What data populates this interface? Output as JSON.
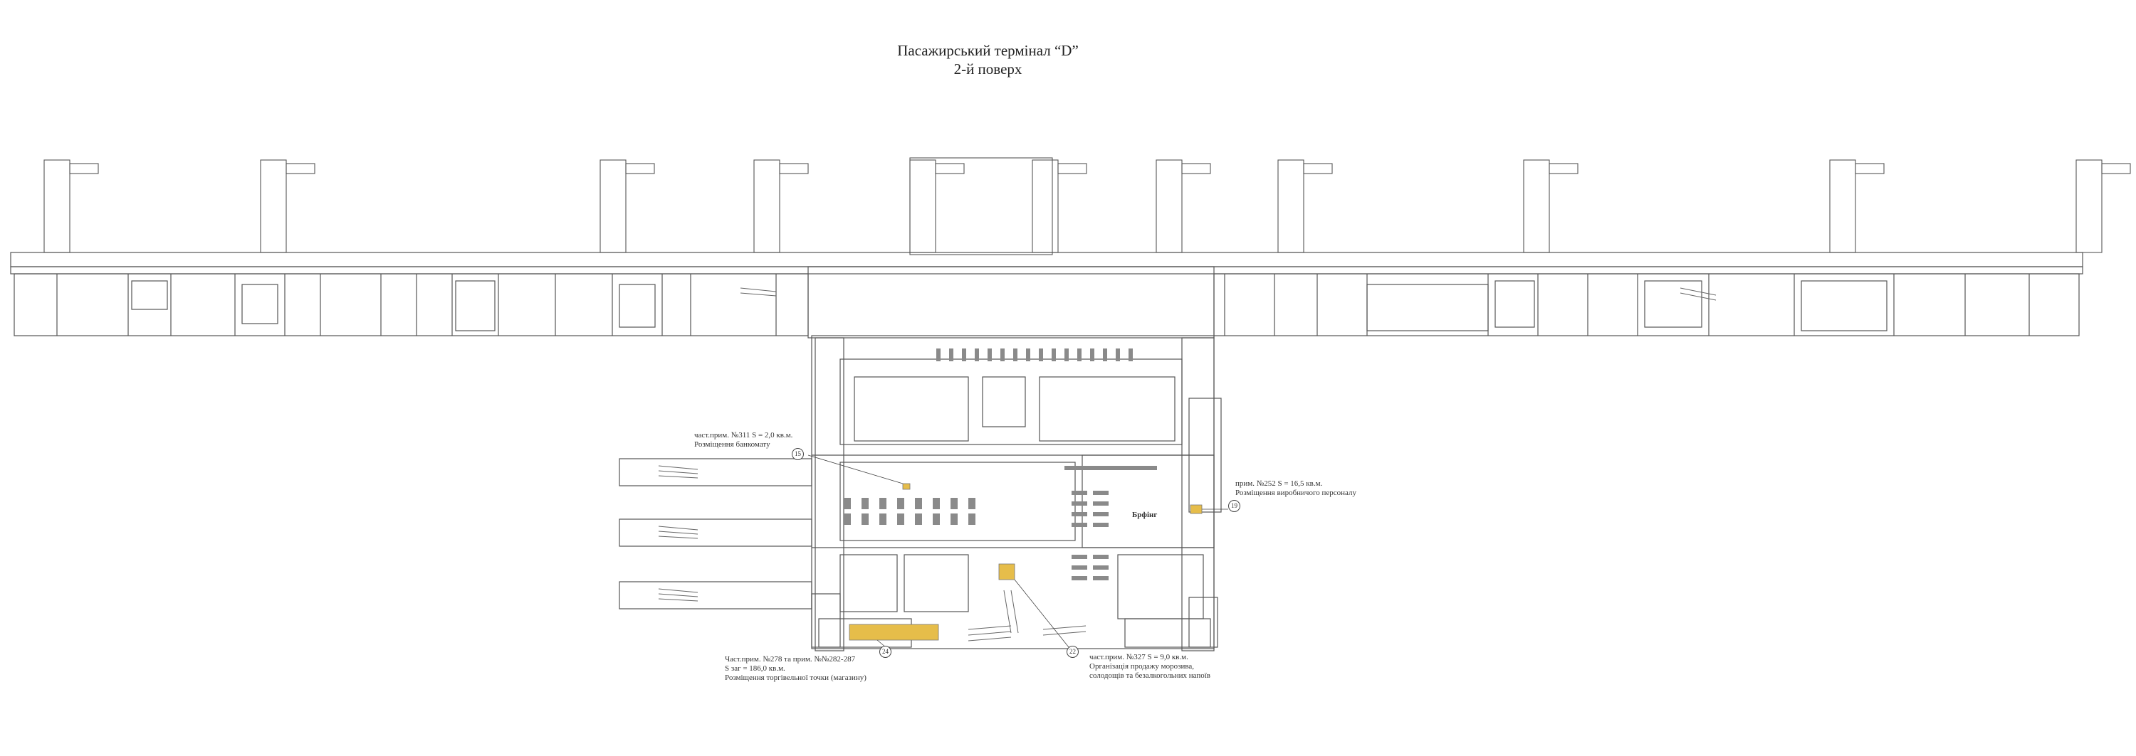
{
  "header": {
    "title": "Пасажирський термінал “D”",
    "floor": "2-й поверх"
  },
  "callouts": [
    {
      "number": "15",
      "lines": [
        "част.прим. №311  S = 2,0 кв.м.",
        "Розміщення банкомату"
      ]
    },
    {
      "number": "19",
      "lines": [
        "прим. №252  S = 16,5 кв.м.",
        "Розміщення виробничого персоналу"
      ]
    },
    {
      "number": "24",
      "lines": [
        "Част.прим. №278 та прим. №№282-287",
        "S заг = 186,0 кв.м.",
        "Розміщення торгівельної точки (магазину)"
      ]
    },
    {
      "number": "22",
      "lines": [
        "част.прим. №327  S = 9,0 кв.м.",
        "Організація продажу морозива,",
        "солодощів та безалкогольних напоїв"
      ]
    }
  ],
  "room_labels": {
    "food_court": "Брфінг"
  },
  "colors": {
    "highlight": "#e6bd4a",
    "line": "#555555",
    "background": "#ffffff"
  }
}
